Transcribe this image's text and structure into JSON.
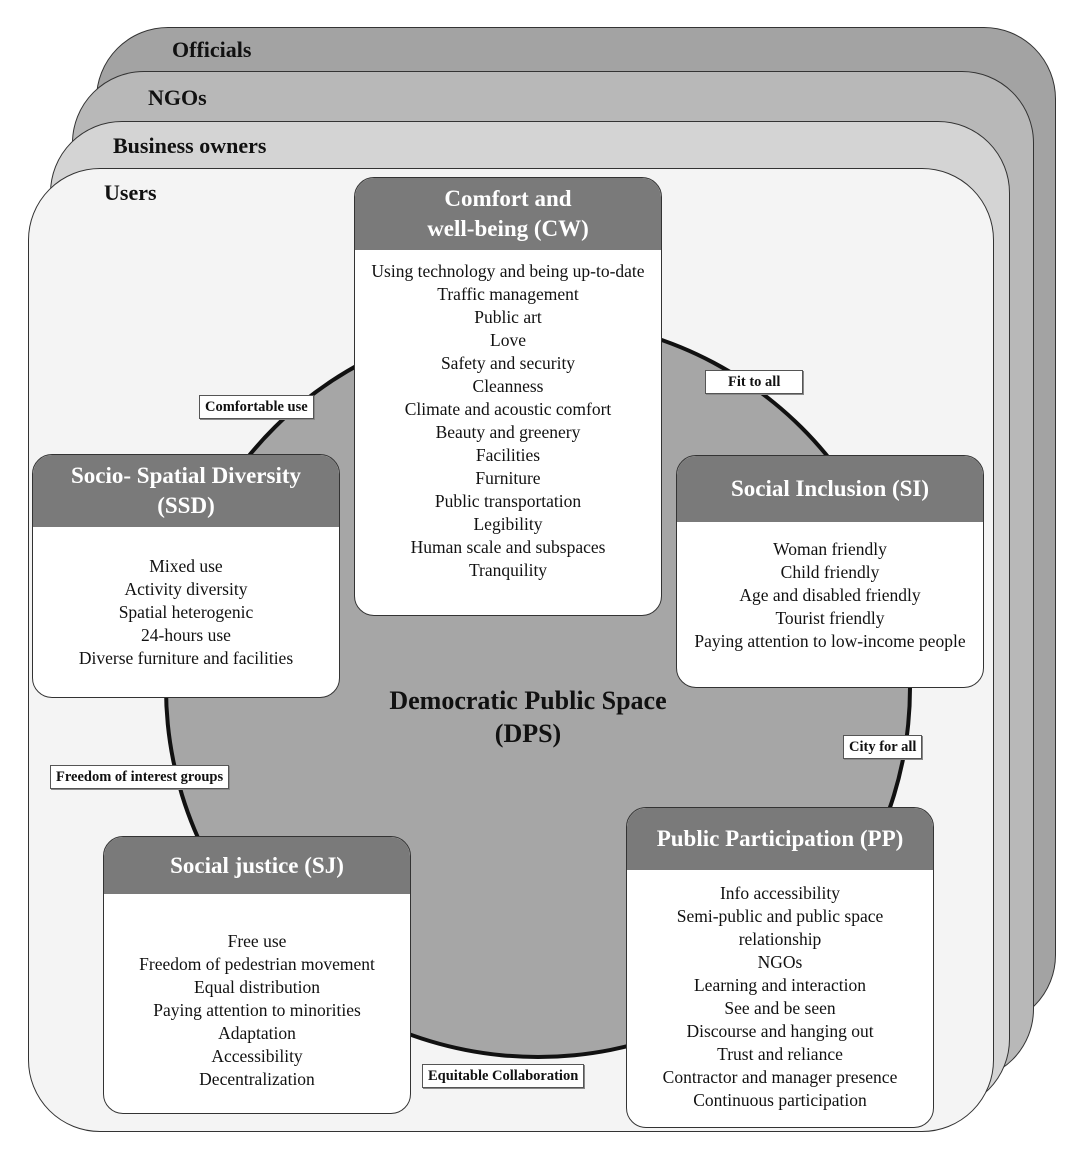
{
  "layers": {
    "officials": "Officials",
    "ngos": "NGOs",
    "business_owners": "Business owners",
    "users": "Users"
  },
  "center": {
    "title_line1": "Democratic Public Space",
    "title_line2": "(DPS)"
  },
  "cards": {
    "cw": {
      "title_line1": "Comfort and",
      "title_line2": "well-being (CW)",
      "items": [
        "Using technology and being up-to-date",
        "Traffic management",
        "Public art",
        "Love",
        "Safety and security",
        "Cleanness",
        "Climate and acoustic comfort",
        "Beauty and greenery",
        "Facilities",
        "Furniture",
        "Public transportation",
        "Legibility",
        "Human scale and subspaces",
        "Tranquility"
      ]
    },
    "ssd": {
      "title_line1": "Socio- Spatial Diversity",
      "title_line2": "(SSD)",
      "items": [
        "Mixed use",
        "Activity diversity",
        "Spatial heterogenic",
        "24-hours use",
        "Diverse furniture and facilities"
      ]
    },
    "si": {
      "title": "Social Inclusion (SI)",
      "items": [
        "Woman friendly",
        "Child friendly",
        "Age and disabled friendly",
        "Tourist friendly",
        "Paying attention to low-income people"
      ]
    },
    "sj": {
      "title": "Social justice (SJ)",
      "items": [
        "Free use",
        "Freedom of pedestrian movement",
        "Equal distribution",
        "Paying attention to minorities",
        "Adaptation",
        "Accessibility",
        "Decentralization"
      ]
    },
    "pp": {
      "title": "Public Participation (PP)",
      "items": [
        "Info accessibility",
        "Semi-public and public space relationship",
        "NGOs",
        "Learning and interaction",
        "See and be seen",
        "Discourse and hanging out",
        "Trust and reliance",
        "Contractor and manager presence",
        "Continuous participation"
      ]
    }
  },
  "connectors": {
    "comfortable_use": "Comfortable use",
    "fit_to_all": "Fit to all",
    "city_for_all": "City for all",
    "freedom_of_interest_groups": "Freedom of interest groups",
    "equitable_collaboration": "Equitable Collaboration"
  },
  "colors": {
    "officials": "#a3a3a3",
    "ngos": "#b8b8b8",
    "business_owners": "#d4d4d4",
    "users": "#f4f4f4",
    "circle": "#a6a6a6",
    "card_header": "#7a7a7a"
  }
}
